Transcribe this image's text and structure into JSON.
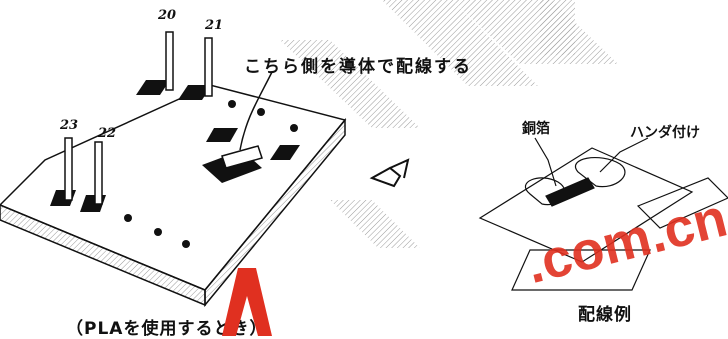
{
  "pins": {
    "p20": "20",
    "p21": "21",
    "p22": "22",
    "p23": "23"
  },
  "annotations": {
    "conductor_note": "こちら側を導体で配線する",
    "copper_foil": "銅箔",
    "soldering": "ハンダ付け",
    "wiring_example": "配線例",
    "pla_caption": "（PLAを使用するとき）"
  },
  "watermark": {
    "text": ".com.cn",
    "color": "#e03020"
  },
  "colors": {
    "ink": "#111111",
    "paper": "#ffffff",
    "hatch": "#9a9a9a"
  }
}
